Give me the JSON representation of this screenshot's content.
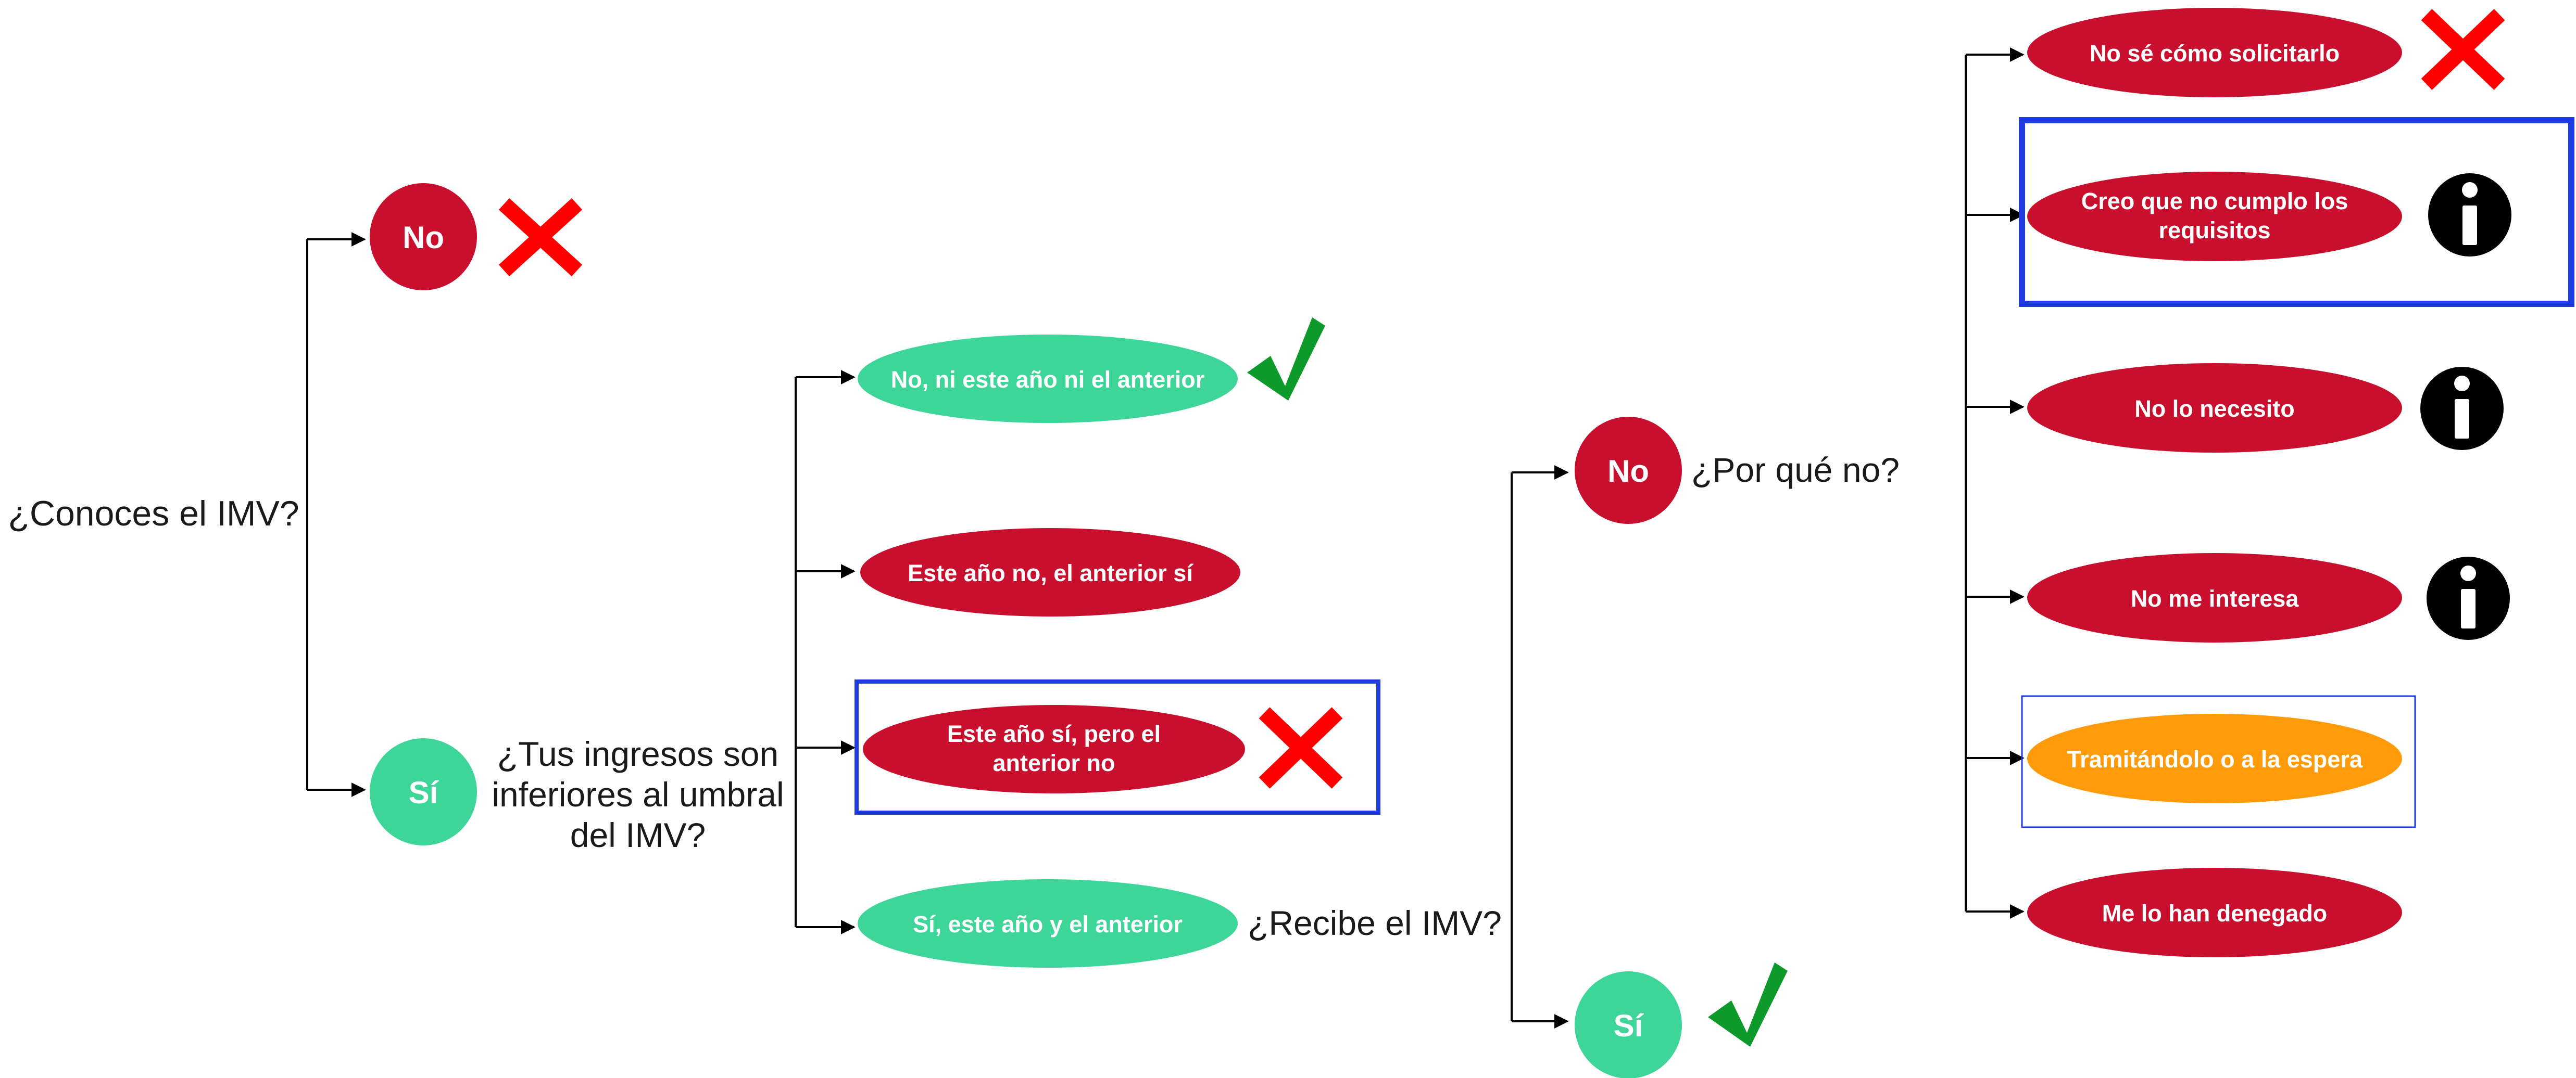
{
  "colors": {
    "red": "#C8102E",
    "green": "#3ED598",
    "orange": "#FF9A0A",
    "line": "#000000",
    "highlight": "#1F3BE0",
    "cross": "#FF0000",
    "check": "#0E9A2A",
    "info": "#000000"
  },
  "questions": {
    "q1": "¿Conoces el IMV?",
    "q2": [
      "¿Tus ingresos son",
      "inferiores al umbral",
      "del IMV?"
    ],
    "q3": "¿Recibe el IMV?",
    "q4": "¿Por qué no?"
  },
  "nodes": {
    "q1_no": "No",
    "q1_si": "Sí",
    "inc_a": "No, ni este año ni el anterior",
    "inc_b": "Este año no, el anterior sí",
    "inc_c": [
      "Este año sí, pero el",
      "anterior no"
    ],
    "inc_d": "Sí, este año y el anterior",
    "rec_no": "No",
    "rec_si": "Sí",
    "why_a": "No sé cómo solicitarlo",
    "why_b": [
      "Creo que no cumplo los",
      "requisitos"
    ],
    "why_c": "No lo necesito",
    "why_d": "No me interesa",
    "why_e": "Tramitándolo o a la espera",
    "why_f": "Me lo han denegado"
  },
  "icons": {
    "q1_no": "cross-icon",
    "inc_a": "checkmark-icon",
    "inc_c": "cross-icon",
    "rec_si": "checkmark-icon",
    "why_a": "cross-icon",
    "why_b": "info-icon",
    "why_c": "info-icon",
    "why_d": "info-icon"
  },
  "highlights": [
    "inc_c",
    "why_b",
    "why_e"
  ]
}
